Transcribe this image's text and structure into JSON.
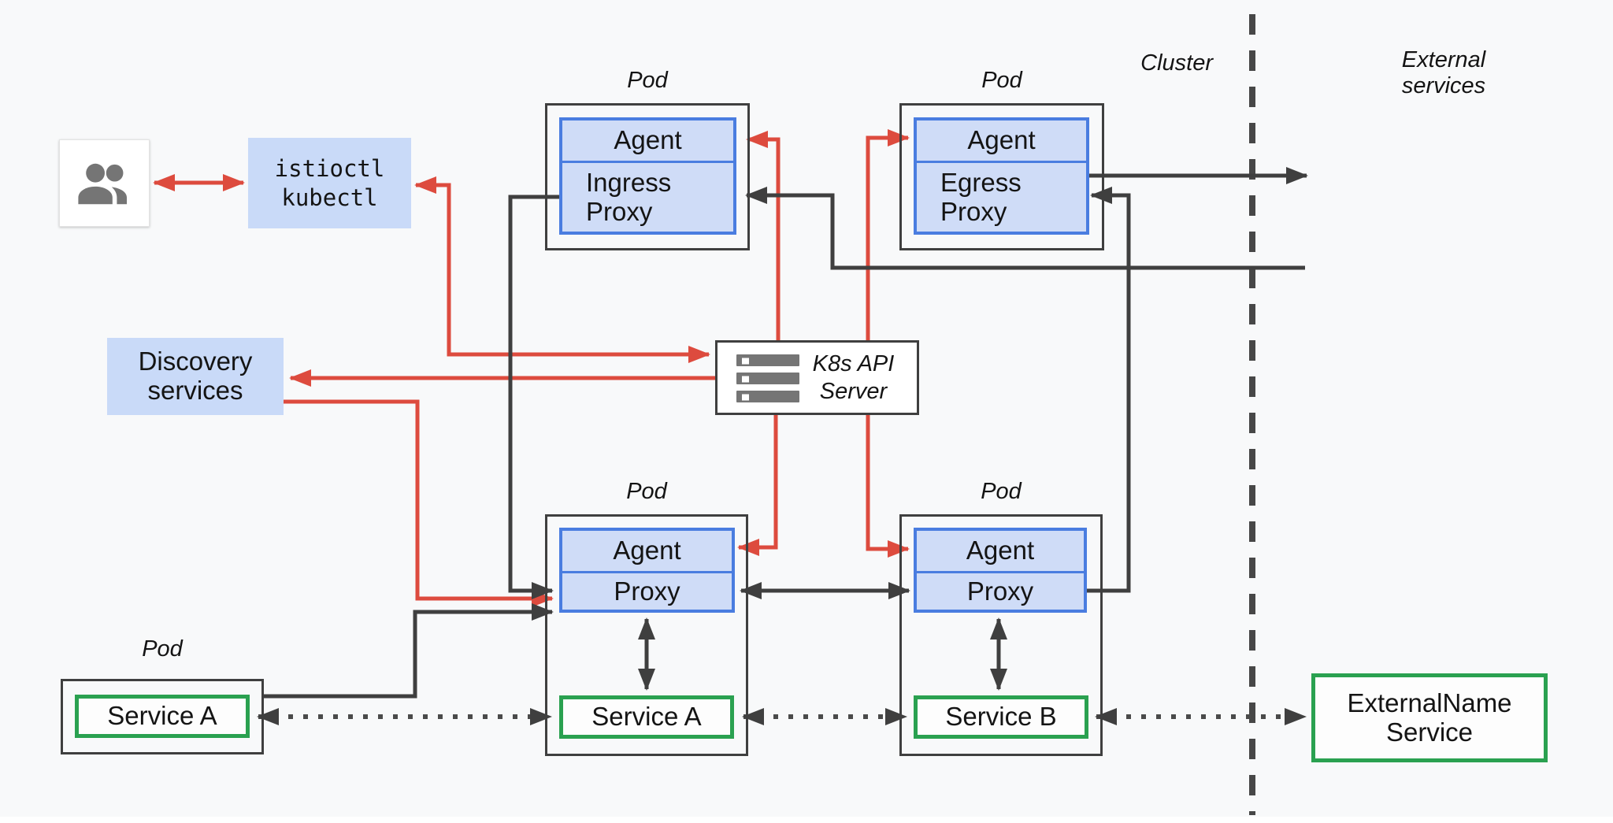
{
  "title_context": "Istio service mesh on Kubernetes architecture diagram",
  "labels": {
    "cluster": "Cluster",
    "external_services": "External services"
  },
  "nodes": {
    "users": {
      "icon": "users-icon"
    },
    "istioctl": {
      "line1": "istioctl",
      "line2": "kubectl"
    },
    "discovery": {
      "text": "Discovery services"
    },
    "k8s_api": {
      "text": "K8s API Server",
      "icon": "server-icon"
    },
    "pod_ingress": {
      "label": "Pod",
      "agent": "Agent",
      "proxy": "Ingress Proxy"
    },
    "pod_egress": {
      "label": "Pod",
      "agent": "Agent",
      "proxy": "Egress Proxy"
    },
    "pod_service_a": {
      "label": "Pod",
      "agent": "Agent",
      "proxy": "Proxy",
      "service": "Service A"
    },
    "pod_service_b": {
      "label": "Pod",
      "agent": "Agent",
      "proxy": "Proxy",
      "service": "Service B"
    },
    "pod_client": {
      "label": "Pod",
      "service": "Service A"
    },
    "external_name": {
      "text": "ExternalName Service"
    }
  },
  "colors": {
    "background": "#f8f9fa",
    "blue_fill": "#cfdcf7",
    "blue_border": "#4a7de0",
    "light_blue_fill": "#c9daf8",
    "green_border": "#2aa150",
    "red_line": "#dd4b3e",
    "dark_line": "#3f3f3f",
    "icon_gray": "#757575"
  },
  "edges": [
    "users <-> istioctl/kubectl (red)",
    "istioctl/kubectl <-> K8s API Server (red)",
    "K8s API Server -> Discovery services (red)",
    "Discovery services -> Proxy of Service A pod (red)",
    "K8s API Server -> Agent of each pod (red)",
    "External -> Ingress Proxy (dark)",
    "Ingress Proxy -> Proxy of Service A pod (dark)",
    "Egress Proxy -> External services (dark)",
    "Proxy of Service B pod -> Egress Proxy (dark)",
    "Proxy A <-> Proxy B (dark)",
    "Service A client pod -> Proxy of Service A pod (dark)",
    "Proxy <-> Service within pods (dark, vertical)",
    "Service A <..> Service A <..> Service B <..> ExternalName Service (dotted)"
  ]
}
